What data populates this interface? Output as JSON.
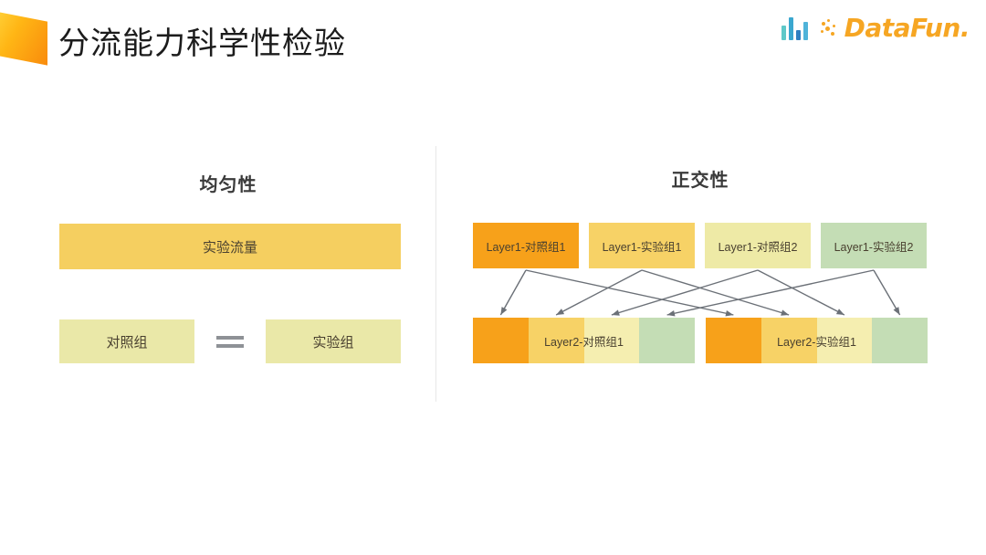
{
  "header": {
    "title": "分流能力科学性检验",
    "corner_icon": "orange-parallelogram-mark",
    "brand": {
      "chart_icon": "bar-chart-icon",
      "dots_icon": "scatter-dots-icon",
      "wordmark": "DataFun."
    }
  },
  "left_panel": {
    "title": "均匀性",
    "traffic_bar": {
      "label": "实验流量",
      "color": "#f5cf60"
    },
    "comparison": {
      "control_label": "对照组",
      "operator": "=",
      "treatment_label": "实验组",
      "color": "#eae8a8"
    }
  },
  "right_panel": {
    "title": "正交性",
    "layer1": [
      {
        "label": "Layer1-对照组1",
        "color": "#f7a11a"
      },
      {
        "label": "Layer1-实验组1",
        "color": "#f7d266"
      },
      {
        "label": "Layer1-对照组2",
        "color": "#eeeaa6"
      },
      {
        "label": "Layer1-实验组2",
        "color": "#c4ddb5"
      }
    ],
    "layer2": [
      {
        "label": "Layer2-对照组1",
        "segments": [
          "#f7a11a",
          "#f7d266",
          "#f5eeb0",
          "#c4ddb5"
        ]
      },
      {
        "label": "Layer2-实验组1",
        "segments": [
          "#f7a11a",
          "#f7d266",
          "#f5eeb0",
          "#c4ddb5"
        ]
      }
    ],
    "arrow_color": "#6b7077"
  },
  "divider_color": "#e8e8e8"
}
